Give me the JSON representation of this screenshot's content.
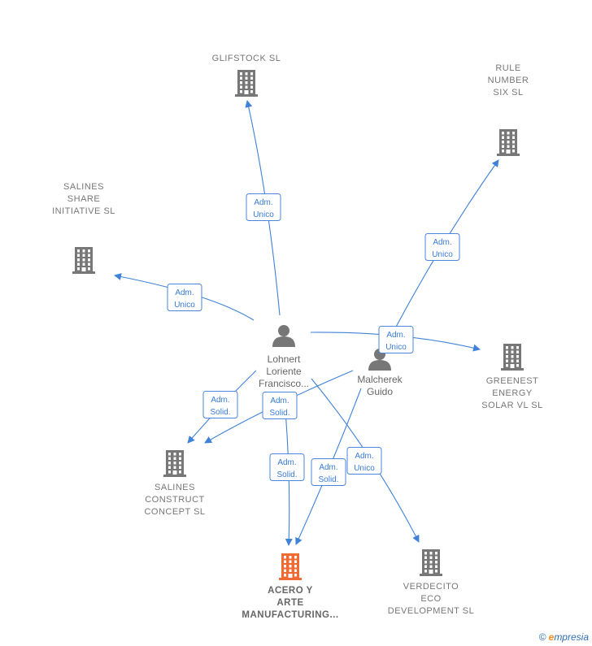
{
  "colors": {
    "company": "#777777",
    "highlight": "#f06a34",
    "person": "#777777",
    "edge": "#3f82d8"
  },
  "companies": [
    {
      "id": "glifstock",
      "lines": [
        "GLIFSTOCK  SL"
      ],
      "highlight": false
    },
    {
      "id": "rule",
      "lines": [
        "RULE",
        "NUMBER",
        "SIX  SL"
      ],
      "highlight": false
    },
    {
      "id": "salines_share",
      "lines": [
        "SALINES",
        "SHARE",
        "INITIATIVE  SL"
      ],
      "highlight": false
    },
    {
      "id": "greenest",
      "lines": [
        "GREENEST",
        "ENERGY",
        "SOLAR VL SL"
      ],
      "highlight": false
    },
    {
      "id": "salines_construct",
      "lines": [
        "SALINES",
        "CONSTRUCT",
        "CONCEPT  SL"
      ],
      "highlight": false
    },
    {
      "id": "acero",
      "lines": [
        "ACERO Y",
        "ARTE",
        "MANUFACTURING..."
      ],
      "highlight": true
    },
    {
      "id": "verdecito",
      "lines": [
        "VERDECITO",
        "ECO",
        "DEVELOPMENT SL"
      ],
      "highlight": false
    }
  ],
  "persons": [
    {
      "id": "lohnert",
      "lines": [
        "Lohnert",
        "Loriente",
        "Francisco..."
      ]
    },
    {
      "id": "malcherek",
      "lines": [
        "Malcherek",
        "Guido"
      ]
    }
  ],
  "edges": [
    {
      "from": "lohnert",
      "to": "glifstock",
      "label": [
        "Adm.",
        "Unico"
      ]
    },
    {
      "from": "lohnert",
      "to": "salines_share",
      "label": [
        "Adm.",
        "Unico"
      ]
    },
    {
      "from": "lohnert",
      "to": "greenest",
      "label": [
        "Adm.",
        "Unico"
      ]
    },
    {
      "from": "lohnert",
      "to": "salines_construct",
      "label": [
        "Adm.",
        "Solid."
      ]
    },
    {
      "from": "lohnert",
      "to": "acero",
      "label": [
        "Adm.",
        "Solid."
      ]
    },
    {
      "from": "lohnert",
      "to": "verdecito",
      "label": [
        "Adm.",
        "Unico"
      ]
    },
    {
      "from": "malcherek",
      "to": "rule",
      "label": [
        "Adm.",
        "Unico"
      ]
    },
    {
      "from": "malcherek",
      "to": "salines_construct",
      "label": [
        "Adm.",
        "Solid."
      ]
    },
    {
      "from": "malcherek",
      "to": "acero",
      "label": [
        "Adm.",
        "Solid."
      ]
    }
  ],
  "brand": {
    "copyright": "©",
    "initial": "e",
    "rest": "mpresia"
  }
}
